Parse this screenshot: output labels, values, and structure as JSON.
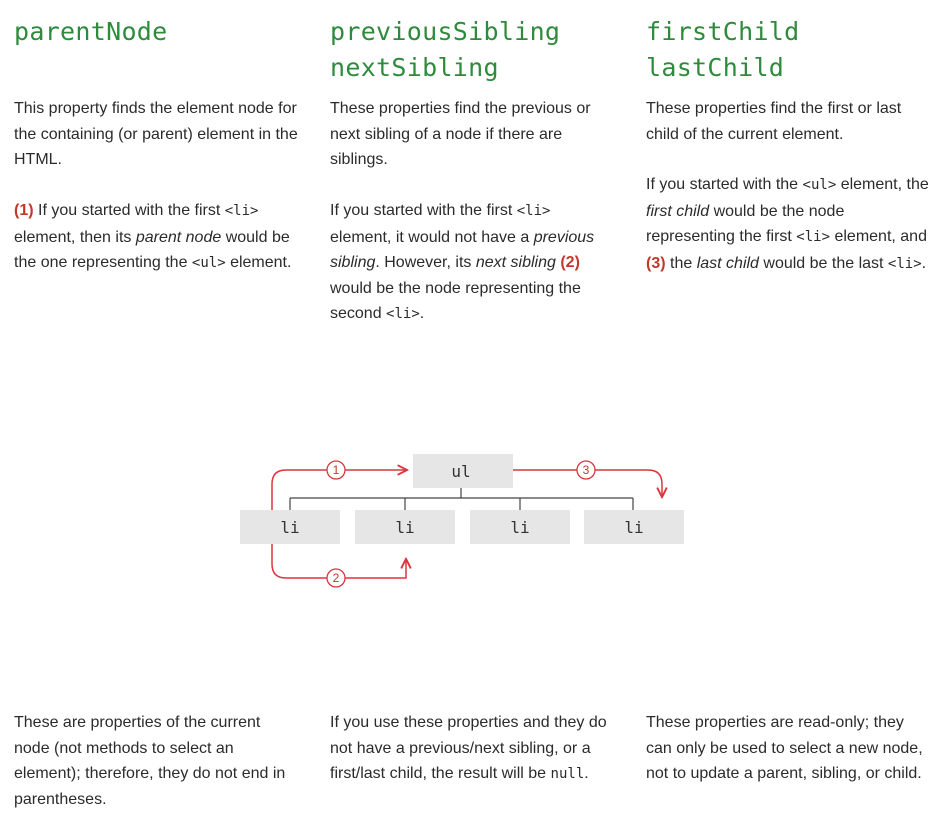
{
  "columns": [
    {
      "headings": [
        "parentNode"
      ],
      "para1": "This property finds the element node for the containing (or parent) element in the HTML.",
      "para2": {
        "num": "(1)",
        "t1": " If you started with the first ",
        "code1": "<li>",
        "t2": " element, then its ",
        "em1": "parent node",
        "t3": " would be the one representing the ",
        "code2": "<ul>",
        "t4": " element."
      },
      "foot": "These are properties of the current node (not methods to select an element); therefore, they do not end in parentheses."
    },
    {
      "headings": [
        "previousSibling",
        "nextSibling"
      ],
      "para1": "These properties find the previous or next sibling of a node if there are siblings.",
      "para2": {
        "t1": "If you started with the first ",
        "code1": "<li>",
        "t2": " element, it would not have a ",
        "em1": "previous sibling",
        "t3": ". However, its ",
        "em2": "next sibling",
        "num": "(2)",
        "t4": " would be the node representing the second ",
        "code2": "<li>",
        "t5": "."
      },
      "foot": {
        "t1": "If you use these properties and they do not have a previous/next sibling, or a first/last child, the result will be ",
        "code1": "null",
        "t2": "."
      }
    },
    {
      "headings": [
        "firstChild",
        "lastChild"
      ],
      "para1": "These properties find the first or last child of the current element.",
      "para2": {
        "t1": "If you started with the ",
        "code1": "<ul>",
        "t2": " element, the ",
        "em1": "first child",
        "t3": " would be the node representing the first ",
        "code2": "<li>",
        "t4": " element, and ",
        "num": "(3)",
        "t5": " the ",
        "em2": "last child",
        "t6": " would be the last ",
        "code3": "<li>",
        "t7": "."
      },
      "foot": "These properties are read-only; they can only be used to select a new node, not to update a parent, sibling, or child."
    }
  ],
  "diagram": {
    "parent": "ul",
    "children": [
      "li",
      "li",
      "li",
      "li"
    ],
    "markers": [
      "1",
      "2",
      "3"
    ],
    "colors": {
      "arrow": "#d9363e",
      "box": "#e6e6e6",
      "line": "#444444",
      "heading": "#2e8b3c"
    }
  }
}
